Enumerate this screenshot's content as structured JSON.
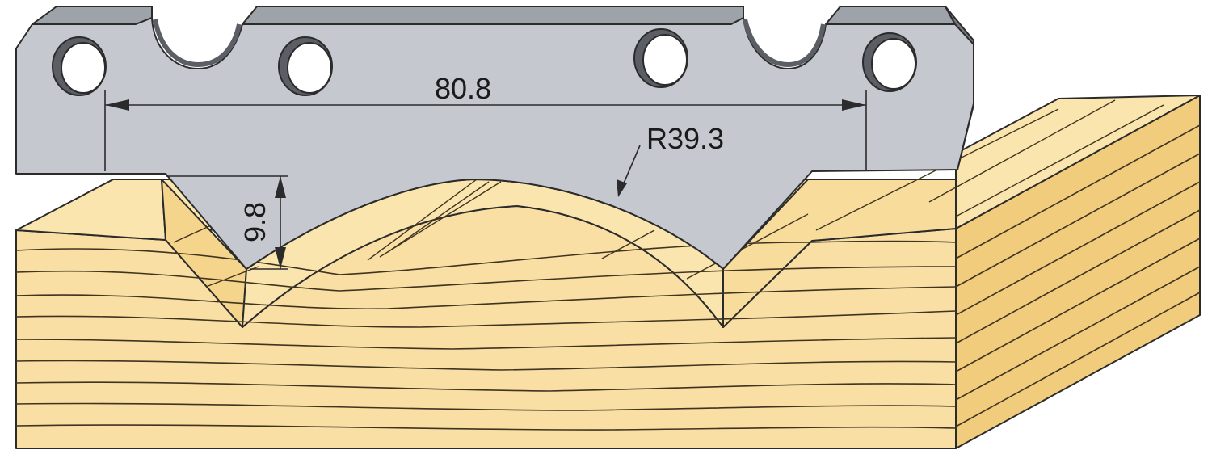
{
  "dimensions": {
    "width": "80.8",
    "radius": "R39.3",
    "depth": "9.8"
  },
  "colors": {
    "blade_face": "#c5c8cf",
    "blade_top": "#9ea2a9",
    "blade_side": "#75797f",
    "hole_shadow": "#5b5f65",
    "wood_front": "#f9dfa3",
    "wood_top": "#fbe5ae",
    "wood_side": "#f0cc7c",
    "grain": "#3f3420",
    "outline": "#2b2b2b"
  }
}
